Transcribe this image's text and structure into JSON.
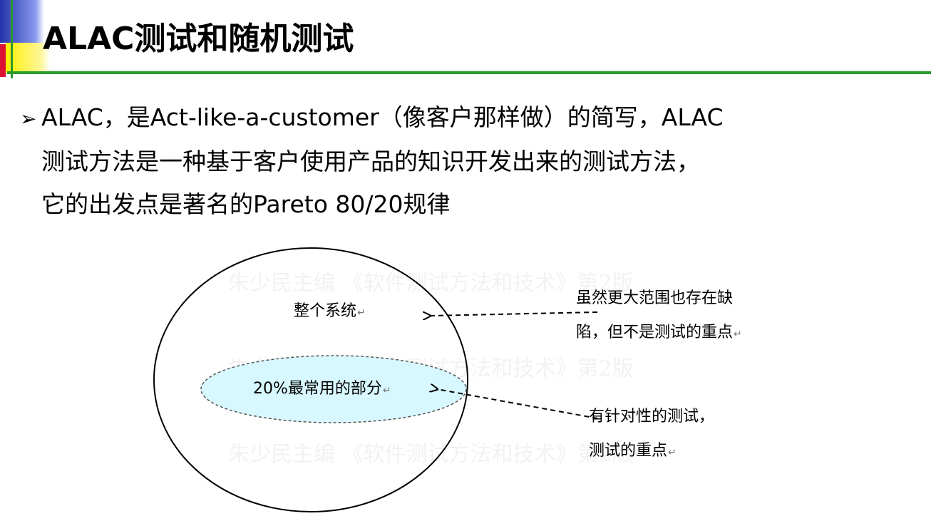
{
  "slide": {
    "title": "ALAC测试和随机测试",
    "bullet_symbol": "➢",
    "bullet_lines": [
      "ALAC，是Act-like-a-customer（像客户那样做）的简写，ALAC",
      "测试方法是一种基于客户使用产品的知识开发出来的测试方法，",
      "它的出发点是著名的Pareto 80/20规律"
    ]
  },
  "diagram": {
    "outer_label": "整个系统",
    "inner_label": "20%最常用的部分",
    "note_top_line1": "虽然更大范围也存在缺",
    "note_top_line2": "陷，但不是测试的重点",
    "note_bottom_line1": "有针对性的测试，",
    "note_bottom_line2": "测试的重点",
    "return_mark": "↵",
    "watermark": "朱少民主编 《软件测试方法和技术》第2版",
    "inner_fill": "#d8f8ff"
  },
  "colors": {
    "rule": "#2a9a2a",
    "deco_blue": "#3344bb",
    "deco_yellow": "#ffee00",
    "deco_red": "#dd1133"
  }
}
